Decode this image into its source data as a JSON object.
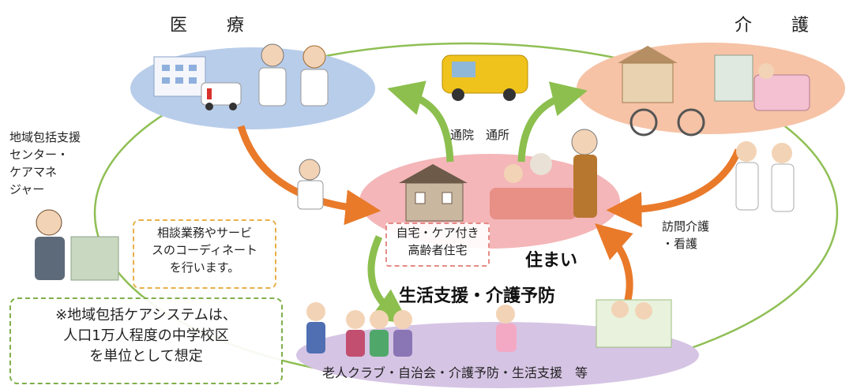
{
  "titles": {
    "medical": "医　療",
    "care": "介　護"
  },
  "labels": {
    "center_manager": [
      "地域包括支援",
      "センター・",
      "ケアマネ",
      "ジャー"
    ],
    "visit_care": [
      "訪問介護",
      "・看護"
    ],
    "commute": "通院　通所",
    "home_type": [
      "自宅・ケア付き",
      "高齢者住宅"
    ],
    "residence": "住まい",
    "support": "生活支援・介護予防",
    "coordination": [
      "相談業務やサービ",
      "スのコーディネート",
      "を行います。"
    ],
    "bottom_line": "老人クラブ・自治会・介護予防・生活支援　等",
    "system_note": [
      "※地域包括ケアシステムは、",
      "人口1万人程度の中学校区",
      "を単位として想定"
    ]
  },
  "colors": {
    "medical_oval": "#b8cdea",
    "care_oval": "#f6c3a6",
    "home_oval": "#f4b6b8",
    "support_oval": "#d6c4e4",
    "ring": "#8fbf54",
    "arrow_orange": "#e97a2a",
    "arrow_green": "#8cbf4e",
    "dash_orange": "#e9b04a",
    "dash_green": "#7fb04a"
  }
}
